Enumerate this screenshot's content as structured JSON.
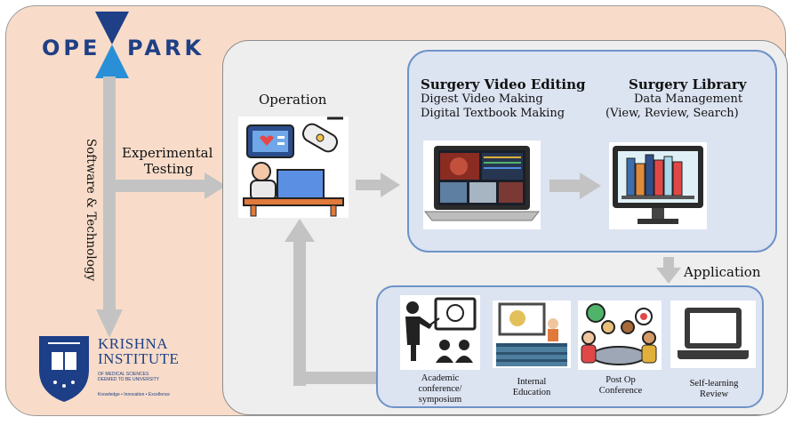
{
  "logo": {
    "part1": "OPE",
    "part2": "PARK"
  },
  "left_label": "Software & Technology",
  "edge_label": {
    "line1": "Experimental",
    "line2": "Testing"
  },
  "operation": {
    "title": "Operation",
    "icon": "surgery-icon"
  },
  "editing": {
    "title": "Surgery Video Editing",
    "line1": "Digest Video Making",
    "line2": "Digital Textbook Making",
    "icon": "laptop-video-icon"
  },
  "library": {
    "title": "Surgery Library",
    "line1": "Data Management",
    "line2": "(View, Review, Search)",
    "icon": "monitor-books-icon"
  },
  "application_label": "Application",
  "applications": [
    {
      "line1": "Academic",
      "line2": "conference/",
      "line3": "symposium",
      "icon": "presenter-icon"
    },
    {
      "line1": "Internal",
      "line2": "Education",
      "icon": "classroom-icon"
    },
    {
      "line1": "Post Op",
      "line2": "Conference",
      "icon": "meeting-icon"
    },
    {
      "line1": "Self-learning",
      "line2": "Review",
      "icon": "laptop-icon"
    }
  ],
  "institute": {
    "name_line1": "KRISHNA",
    "name_line2": "INSTITUTE",
    "sub_line1": "OF MEDICAL SCIENCES",
    "sub_line2": "DEEMED TO BE UNIVERSITY",
    "tagline": "Knowledge • Innovation • Excellence",
    "icon": "kims-crest-icon"
  },
  "colors": {
    "outer_bg": "#f8dcc9",
    "inner_bg": "#eeeeee",
    "blue_bg": "#dce3f1",
    "blue_border": "#6e93c8",
    "arrow": "#c3c3c3",
    "brand_navy": "#1f3f86"
  }
}
